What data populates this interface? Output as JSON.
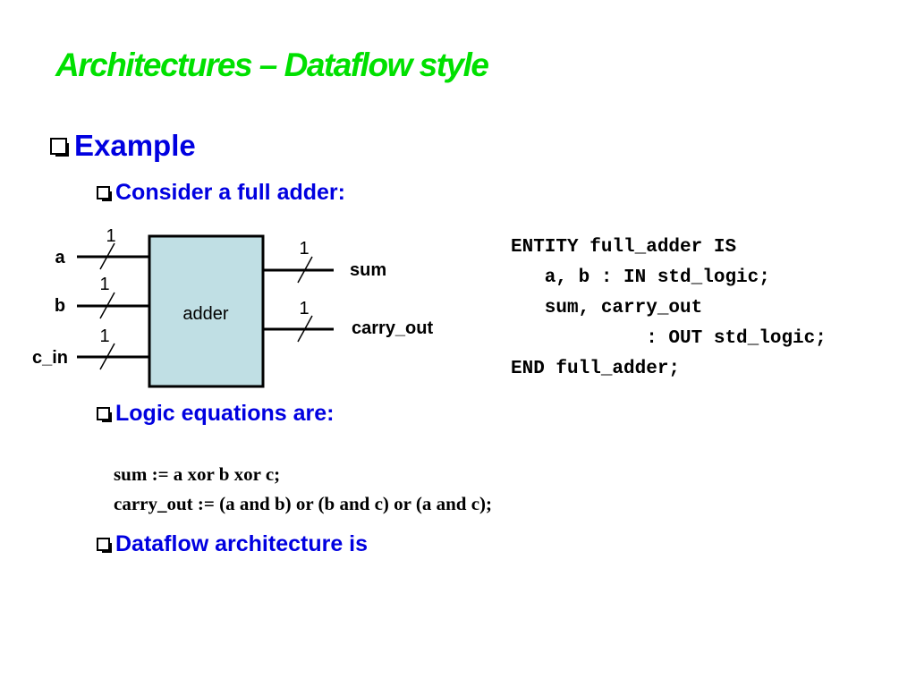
{
  "title": "Architectures – Dataflow style",
  "bullets": {
    "example": "Example",
    "consider": "Consider a full adder:",
    "logic": "Logic equations are:",
    "dataflow": "Dataflow architecture is"
  },
  "diagram": {
    "block_label": "adder",
    "inputs": [
      {
        "name": "a",
        "width": "1"
      },
      {
        "name": "b",
        "width": "1"
      },
      {
        "name": "c_in",
        "width": "1"
      }
    ],
    "outputs": [
      {
        "name": "sum",
        "width": "1"
      },
      {
        "name": "carry_out",
        "width": "1"
      }
    ],
    "block_color": "#c0dfe4"
  },
  "code": {
    "lines": [
      "ENTITY full_adder IS",
      "   a, b : IN std_logic;",
      "   sum, carry_out",
      "            : OUT std_logic;",
      "END full_adder;"
    ]
  },
  "equations": [
    "sum := a xor b xor c;",
    "carry_out := (a and b) or (b and c) or (a and c);"
  ]
}
